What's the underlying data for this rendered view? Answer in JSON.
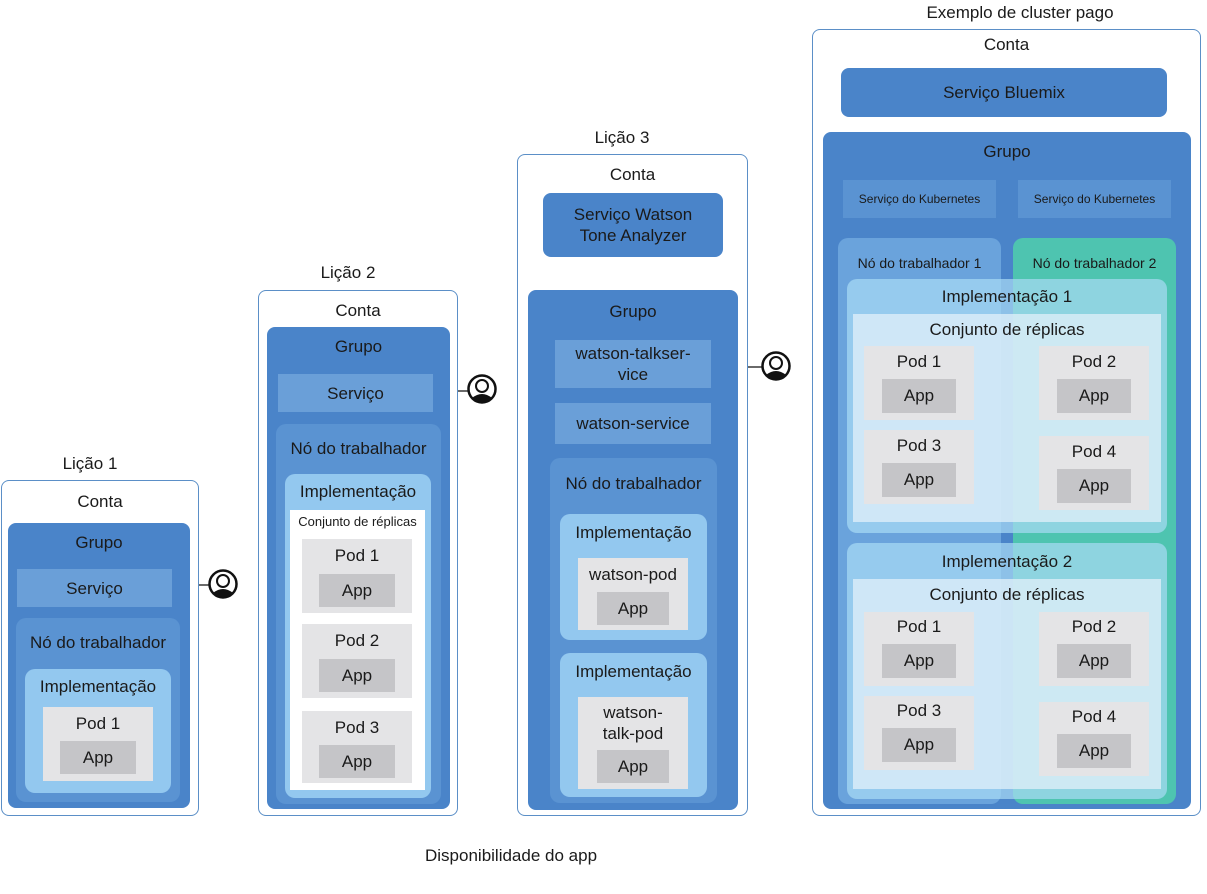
{
  "footer": "Disponibilidade  do app",
  "lesson1": {
    "title": "Lição 1",
    "account": "Conta",
    "cluster": "Grupo",
    "service": "Serviço",
    "worker": "Nó do trabalhador",
    "deployment": "Implementação",
    "pod": "Pod 1",
    "app": "App"
  },
  "lesson2": {
    "title": "Lição 2",
    "account": "Conta",
    "cluster": "Grupo",
    "service": "Serviço",
    "worker": "Nó do trabalhador",
    "deployment": "Implementação",
    "replicaset": "Conjunto de réplicas",
    "pods": [
      {
        "label": "Pod 1",
        "app": "App"
      },
      {
        "label": "Pod 2",
        "app": "App"
      },
      {
        "label": "Pod 3",
        "app": "App"
      }
    ]
  },
  "lesson3": {
    "title": "Lição 3",
    "account": "Conta",
    "watson": "Serviço Watson\nTone Analyzer",
    "cluster": "Grupo",
    "talkservice": "watson-talkser-\nvice",
    "service": "watson-service",
    "worker": "Nó do trabalhador",
    "deployment1": "Implementação",
    "pod1": "watson-pod",
    "deployment2": "Implementação",
    "pod2": "watson-\ntalk-pod",
    "app": "App"
  },
  "paid": {
    "title": "Exemplo de cluster pago",
    "account": "Conta",
    "bluemix": "Serviço Bluemix",
    "cluster": "Grupo",
    "k8s": [
      "Serviço do Kubernetes",
      "Serviço do Kubernetes"
    ],
    "worker1": "Nó do trabalhador 1",
    "worker2": "Nó do trabalhador 2",
    "deployment1": "Implementação 1",
    "deployment2": "Implementação 2",
    "replicaset": "Conjunto de réplicas",
    "pods": [
      "Pod 1",
      "Pod 2",
      "Pod 3",
      "Pod 4"
    ],
    "app": "App"
  }
}
